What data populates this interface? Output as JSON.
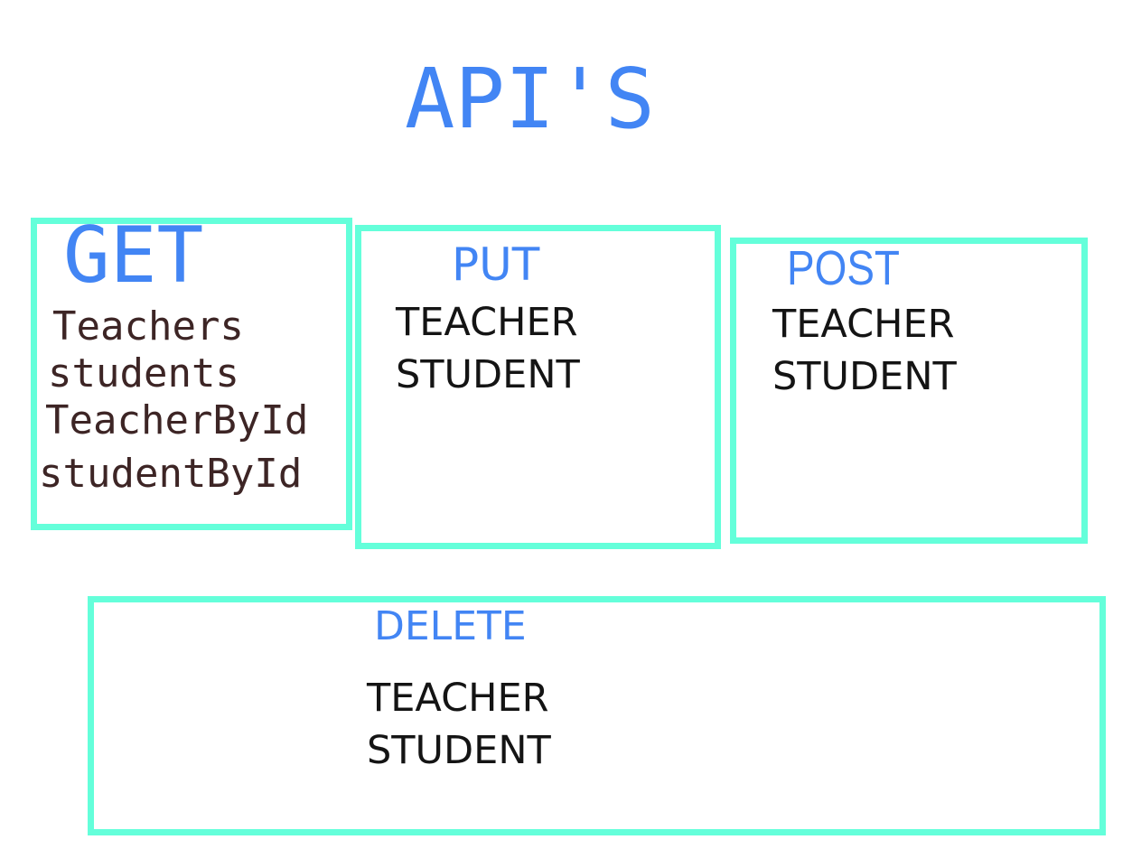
{
  "title": "API'S",
  "colors": {
    "heading": "#4285f4",
    "box_border": "#64ffda",
    "get_items": "#3d2525",
    "items": "#141414"
  },
  "get": {
    "heading": "GET",
    "items": [
      "Teachers",
      "students",
      "TeacherById",
      "studentById"
    ]
  },
  "put": {
    "heading": "PUT",
    "items": [
      "TEACHER",
      "STUDENT"
    ]
  },
  "post": {
    "heading": "POST",
    "items": [
      "TEACHER",
      "STUDENT"
    ]
  },
  "delete": {
    "heading": "DELETE",
    "items": [
      "TEACHER",
      "STUDENT"
    ]
  }
}
